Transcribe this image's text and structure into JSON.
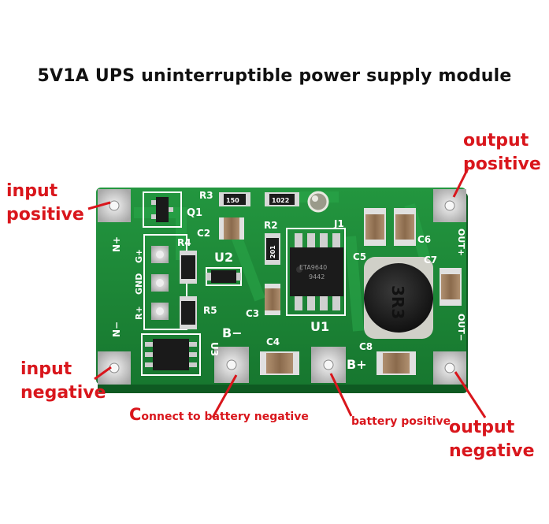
{
  "title": "5V1A UPS uninterruptible power supply module",
  "labels": {
    "input_positive": [
      "input",
      "positive"
    ],
    "input_negative": [
      "input",
      "negative"
    ],
    "output_positive": [
      "output",
      "positive"
    ],
    "output_negative": [
      "output",
      "negative"
    ],
    "battery_negative_prefix": "C",
    "battery_negative_rest": "onnect to battery negative",
    "battery_positive": "battery positive"
  },
  "silkscreen": {
    "r3": "R3",
    "r3_code": "150",
    "r4": "R4",
    "r5": "R5",
    "r2": "R2",
    "r2_code": "201",
    "top_res_code": "1022",
    "q1": "Q1",
    "u2": "U2",
    "u1": "U1",
    "u3": "U3",
    "j1": "J1",
    "c2": "C2",
    "c3": "C3",
    "c4": "C4",
    "c5": "C5",
    "c6": "C6",
    "c7": "C7",
    "c8": "C8",
    "b_minus": "B−",
    "b_plus": "B+",
    "n_plus": "N+",
    "n_minus": "N−",
    "g_plus": "G+",
    "gnd": "GND",
    "r_plus": "R+",
    "out_plus": "OUT+",
    "out_minus": "OUT−",
    "inductor_code": "3R3",
    "ic_mark": "ETA9640",
    "ic_sub": "9442"
  },
  "colors": {
    "pcb_green": "#1f8a3a",
    "pcb_dark": "#156b2b",
    "label_red": "#d9161c",
    "pad_silver": "#cfcfcf"
  }
}
